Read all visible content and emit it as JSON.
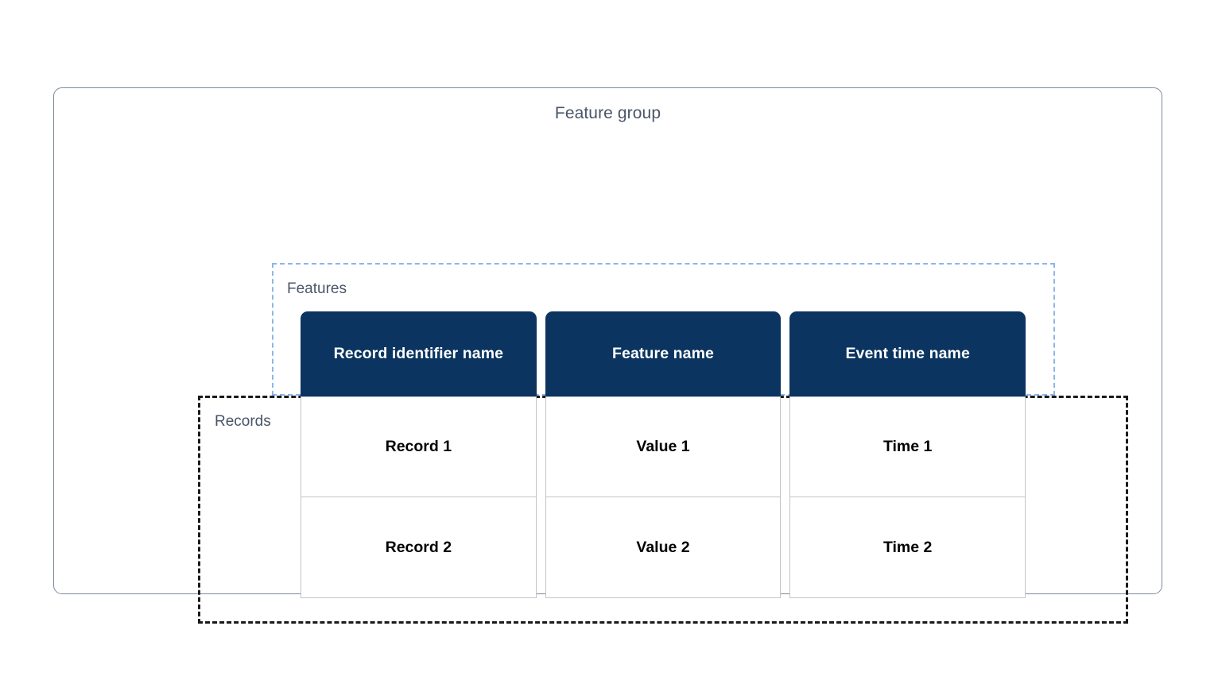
{
  "diagram": {
    "title": "Feature group",
    "groups": [
      {
        "id": "features",
        "label": "Features",
        "border_style": "dashed",
        "border_color": "#8cb6e8"
      },
      {
        "id": "records",
        "label": "Records",
        "border_style": "dashed",
        "border_color": "#1a1a1a"
      }
    ],
    "container_border_color": "#7d899e",
    "header_background": "#0b3560",
    "header_text_color": "#ffffff",
    "label_text_color": "#4a5568",
    "cell_border_color": "#c4c4c4",
    "table": {
      "headers": [
        "Record identifier name",
        "Feature name",
        "Event time name"
      ],
      "rows": [
        [
          "Record 1",
          "Value 1",
          "Time 1"
        ],
        [
          "Record 2",
          "Value 2",
          "Time 2"
        ]
      ]
    }
  }
}
